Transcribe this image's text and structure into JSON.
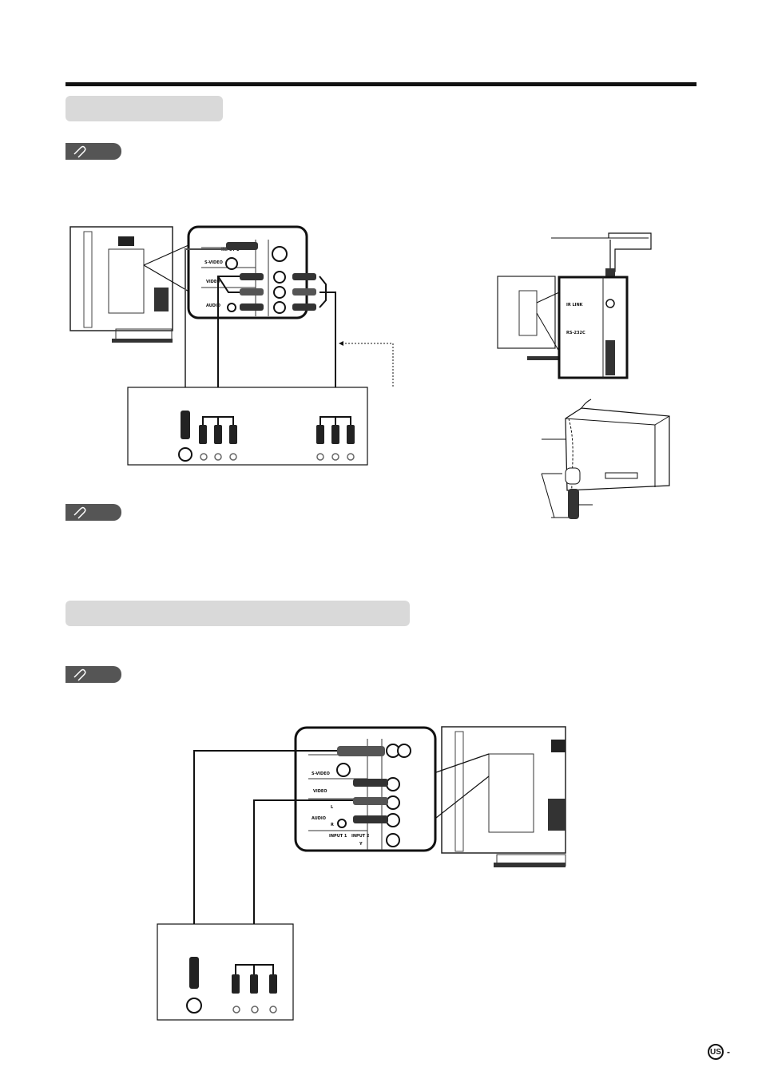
{
  "labels": {
    "s_video": "S-VIDEO",
    "video": "VIDEO",
    "audio": "AUDIO",
    "l": "L",
    "r": "R",
    "input1": "INPUT 1",
    "input2": "INPUT 2",
    "y": "Y",
    "ir_link": "IR LINK",
    "rs232": "RS-232C",
    "page_badge": "US",
    "page_dash": "-"
  },
  "icons": {
    "note_tag": "paperclip-icon"
  },
  "colors": {
    "rule": "#111111",
    "section_pill": "#d9d9d9",
    "note_tag": "#555555"
  }
}
